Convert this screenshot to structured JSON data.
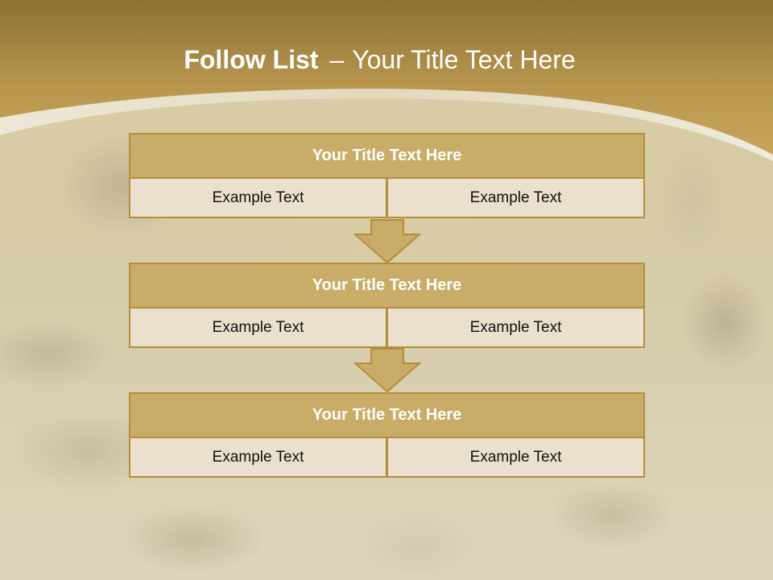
{
  "slide": {
    "title_bold": "Follow List",
    "title_dash": "–",
    "title_rest": "Your Title Text Here"
  },
  "blocks": [
    {
      "title": "Your Title Text Here",
      "left": "Example Text",
      "right": "Example Text"
    },
    {
      "title": "Your Title Text Here",
      "left": "Example Text",
      "right": "Example Text"
    },
    {
      "title": "Your Title Text Here",
      "left": "Example Text",
      "right": "Example Text"
    }
  ],
  "colors": {
    "header_gold": "#c9ac67",
    "border_gold": "#b38e3c",
    "cell_fill": "#eae0cd",
    "title_text": "#ffffff"
  }
}
